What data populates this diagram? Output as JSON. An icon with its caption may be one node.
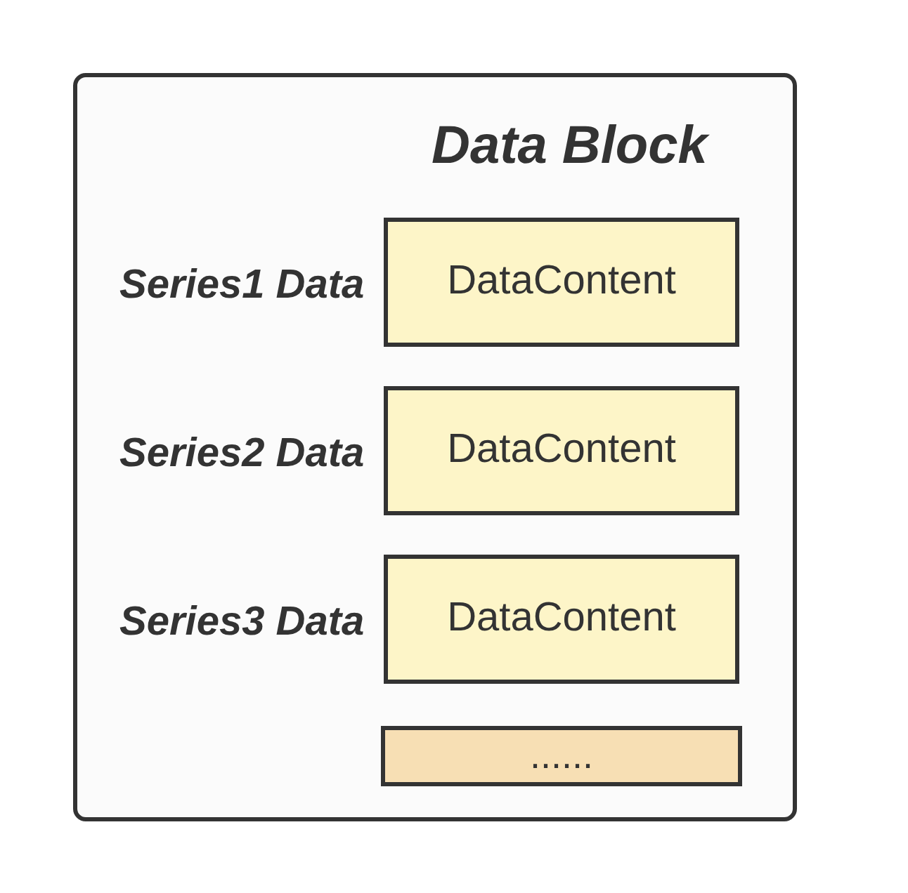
{
  "diagram": {
    "nodes": [
      {
        "text": [
          "Data Block"
        ]
      },
      {
        "text": [
          "DataContent"
        ],
        "in": 0,
        "beside": [
          "Series1 Data"
        ]
      },
      {
        "text": [
          "DataContent"
        ],
        "in": 0,
        "beside": [
          "Series2 Data"
        ]
      },
      {
        "text": [
          "DataContent"
        ],
        "in": 0,
        "beside": [
          "Series3 Data"
        ]
      },
      {
        "text": [
          "......"
        ],
        "in": 0
      }
    ]
  }
}
